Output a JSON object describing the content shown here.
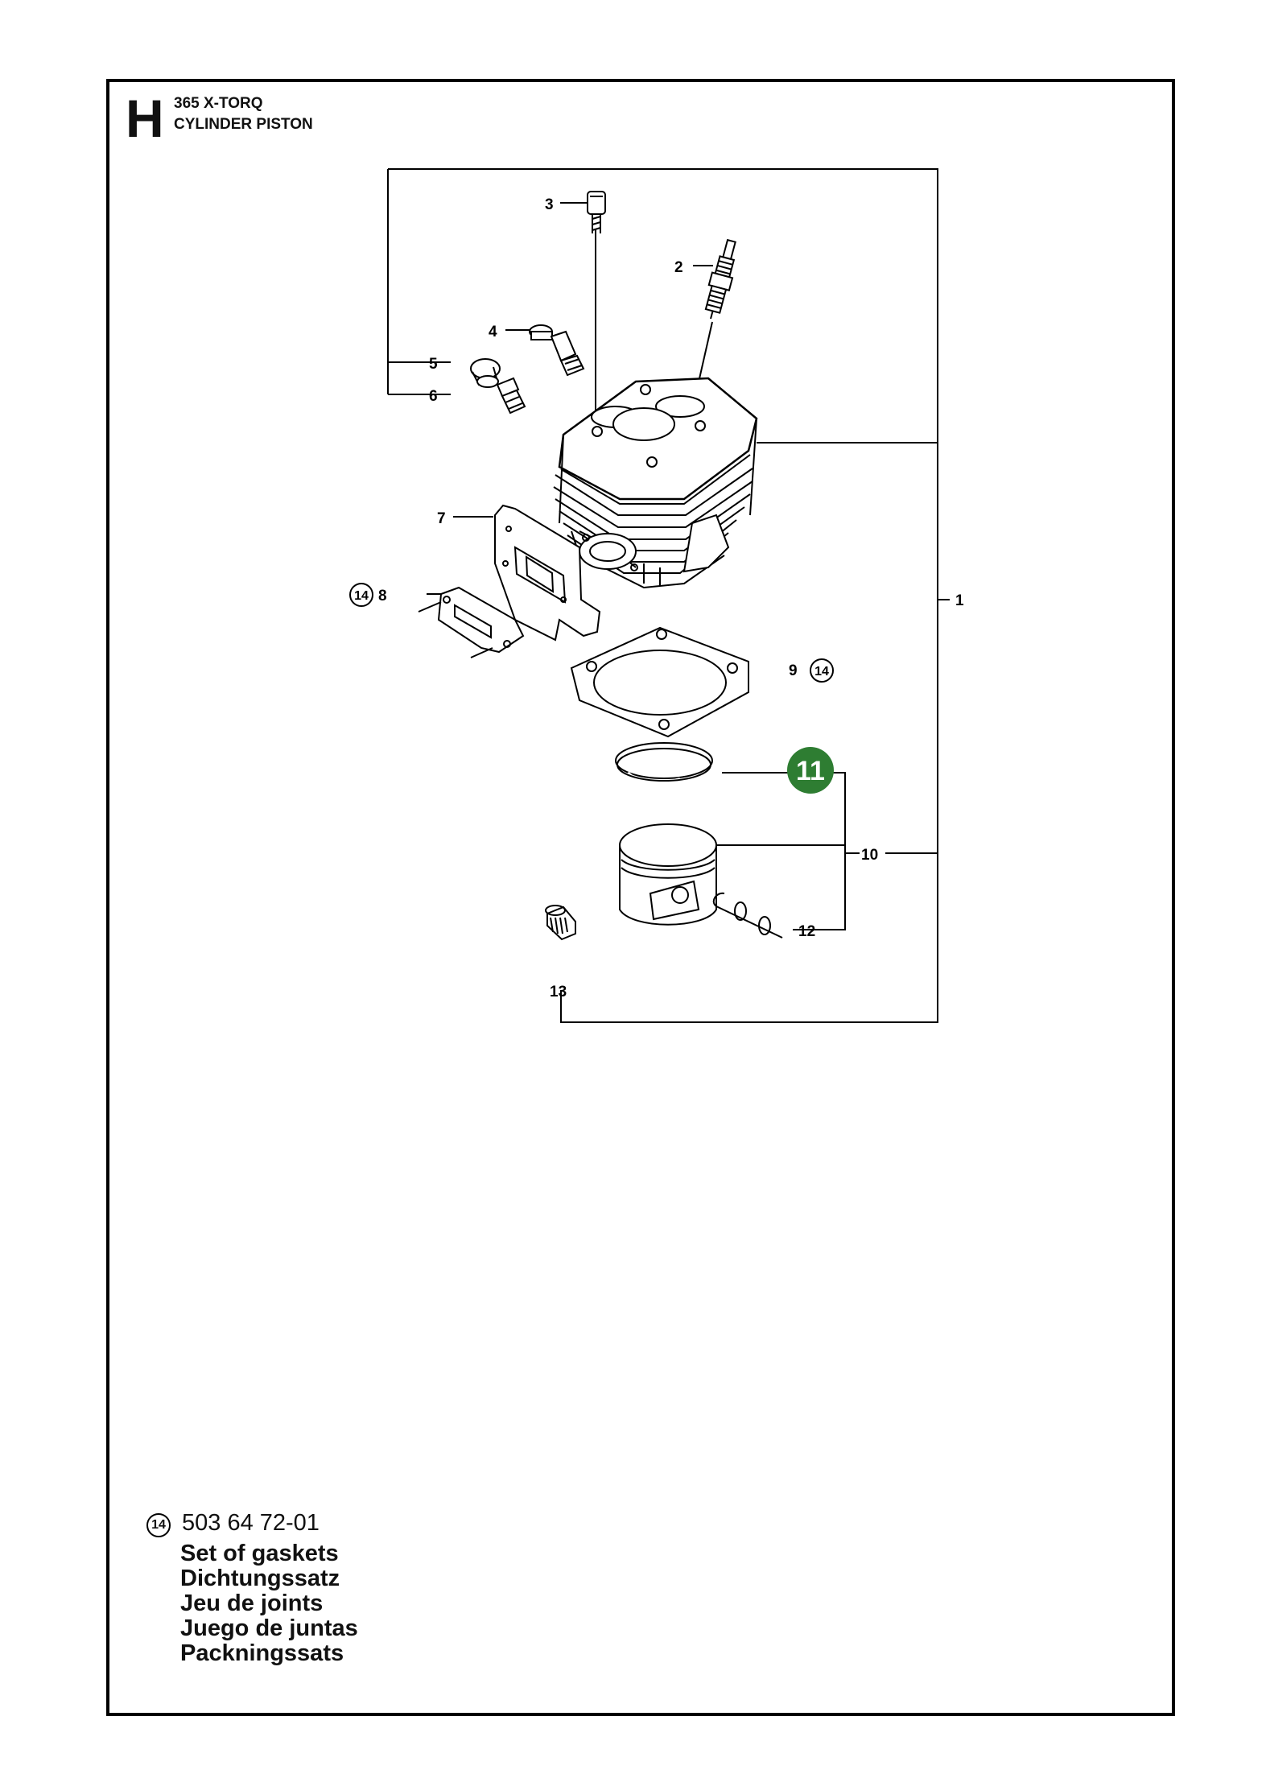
{
  "header": {
    "section_letter": "H",
    "model": "365 X-TORQ",
    "section_title": "CYLINDER PISTON"
  },
  "callouts": [
    {
      "num": "1",
      "ref": ""
    },
    {
      "num": "2",
      "ref": ""
    },
    {
      "num": "3",
      "ref": ""
    },
    {
      "num": "4",
      "ref": ""
    },
    {
      "num": "5",
      "ref": ""
    },
    {
      "num": "6",
      "ref": ""
    },
    {
      "num": "7",
      "ref": ""
    },
    {
      "num": "8",
      "ref": "14"
    },
    {
      "num": "9",
      "ref": "14"
    },
    {
      "num": "10",
      "ref": ""
    },
    {
      "num": "11",
      "ref": "",
      "highlighted": true
    },
    {
      "num": "12",
      "ref": ""
    },
    {
      "num": "13",
      "ref": ""
    }
  ],
  "highlight_color": "#2e7d32",
  "kit": {
    "ref": "14",
    "part_number": "503 64 72-01",
    "descriptions": [
      "Set of gaskets",
      "Dichtungssatz",
      "Jeu de joints",
      "Juego de juntas",
      "Packningssats"
    ]
  },
  "icons": [
    "screw",
    "spark-plug",
    "decompression-valve",
    "plug",
    "cylinder",
    "heat-shield",
    "exhaust-gasket",
    "cylinder-gasket",
    "piston-ring",
    "piston",
    "circlip",
    "needle-bearing"
  ]
}
